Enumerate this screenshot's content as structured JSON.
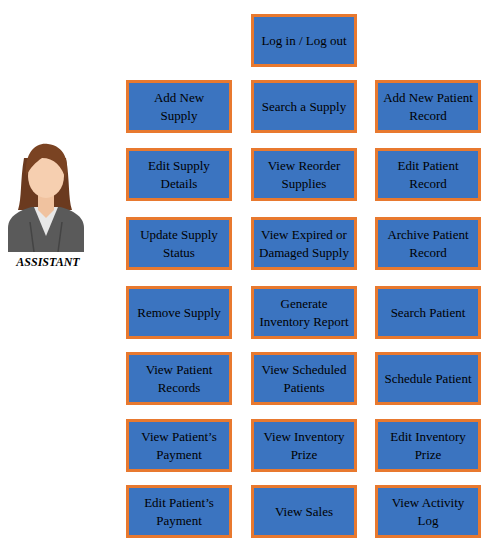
{
  "diagram": {
    "nodes": [
      {
        "text": [
          "Log in / Log out"
        ]
      },
      {
        "text": [
          "Add New Supply"
        ]
      },
      {
        "text": [
          "Search a Supply"
        ]
      },
      {
        "text": [
          "Add New Patient Record"
        ]
      },
      {
        "text": [
          "Edit Supply Details"
        ]
      },
      {
        "text": [
          "View Reorder Supplies"
        ]
      },
      {
        "text": [
          "Edit Patient Record"
        ]
      },
      {
        "text": [
          "Update Supply Status"
        ]
      },
      {
        "text": [
          "View Expired or Damaged Supply"
        ]
      },
      {
        "text": [
          "Archive Patient Record"
        ]
      },
      {
        "text": [
          "Remove Supply"
        ]
      },
      {
        "text": [
          "Generate Inventory Report"
        ]
      },
      {
        "text": [
          "Search Patient"
        ]
      },
      {
        "text": [
          "View Patient Records"
        ]
      },
      {
        "text": [
          "View Scheduled Patients"
        ]
      },
      {
        "text": [
          "Schedule Patient"
        ]
      },
      {
        "text": [
          "View Patient’s Payment"
        ]
      },
      {
        "text": [
          "View Inventory Prize"
        ]
      },
      {
        "text": [
          "Edit Inventory Prize"
        ]
      },
      {
        "text": [
          "Edit Patient’s Payment"
        ]
      },
      {
        "text": [
          "View Sales"
        ]
      },
      {
        "text": [
          "View Activity Log"
        ]
      }
    ],
    "labels": [
      "ASSISTANT"
    ]
  }
}
